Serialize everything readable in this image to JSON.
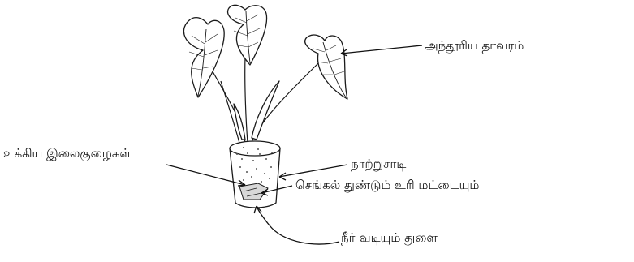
{
  "labels": {
    "plant": "அந்தூரிய தாவரம்",
    "leaves": "உக்கிய இலைகுழைகள்",
    "pot": "நாற்றுசாடி",
    "brick": "செங்கல் துண்டும் உரி மட்டையும்",
    "hole": "நீர் வடியும் துளை"
  },
  "colors": {
    "ink": "#111111",
    "background": "#ffffff"
  }
}
